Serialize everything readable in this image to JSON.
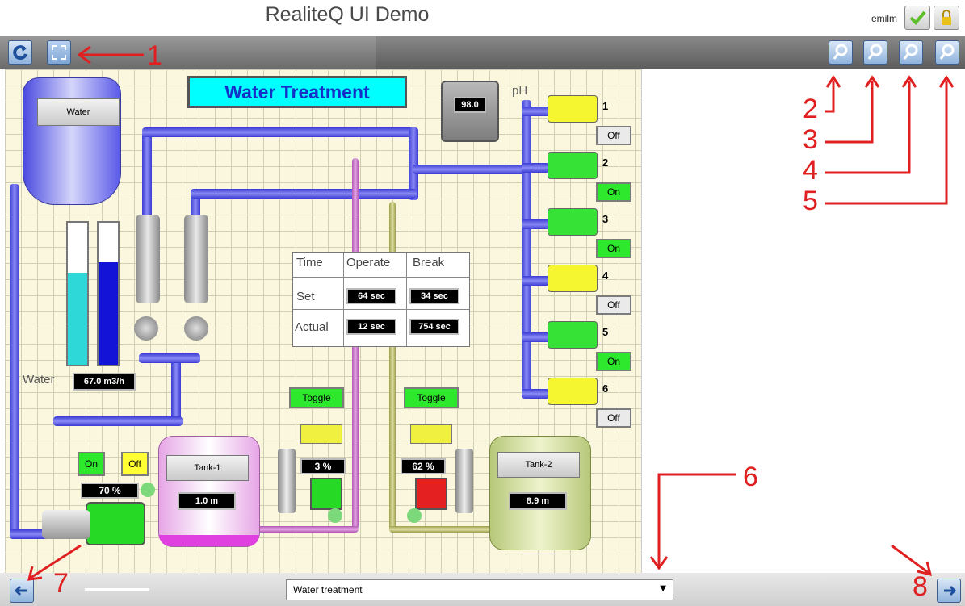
{
  "app_title": "RealiteQ UI Demo",
  "header": {
    "username": "emilm"
  },
  "canvas": {
    "title": "Water Treatment",
    "water_tank_label": "Water",
    "ph": {
      "label": "pH",
      "value": "98.0"
    },
    "flow": {
      "label": "Water",
      "value": "67.0 m3/h"
    },
    "pump": {
      "on_label": "On",
      "off_label": "Off",
      "speed": "70 %"
    },
    "tank1": {
      "label": "Tank-1",
      "level": "1.0 m"
    },
    "tank2": {
      "label": "Tank-2",
      "level": "8.9 m"
    },
    "valve_left": {
      "toggle_label": "Toggle",
      "value": "3 %"
    },
    "valve_right": {
      "toggle_label": "Toggle",
      "value": "62 %"
    },
    "timer_table": {
      "headers": [
        "Time",
        "Operate",
        "Break"
      ],
      "rows": [
        {
          "label": "Set",
          "operate": "64 sec",
          "break": "34 sec"
        },
        {
          "label": "Actual",
          "operate": "12 sec",
          "break": "754 sec"
        }
      ]
    },
    "outlets": [
      {
        "number": "1",
        "state": "Off",
        "on": false
      },
      {
        "number": "2",
        "state": "On",
        "on": true
      },
      {
        "number": "3",
        "state": "On",
        "on": true
      },
      {
        "number": "4",
        "state": "Off",
        "on": false
      },
      {
        "number": "5",
        "state": "On",
        "on": true
      },
      {
        "number": "6",
        "state": "Off",
        "on": false
      }
    ]
  },
  "footer": {
    "screen_select": "Water treatment"
  },
  "annotations": [
    "1",
    "2",
    "3",
    "4",
    "5",
    "6",
    "7",
    "8"
  ],
  "colors": {
    "accent_red": "#e02020",
    "pipe_blue": "#3b3bd6",
    "on_green": "#2ee82e"
  }
}
